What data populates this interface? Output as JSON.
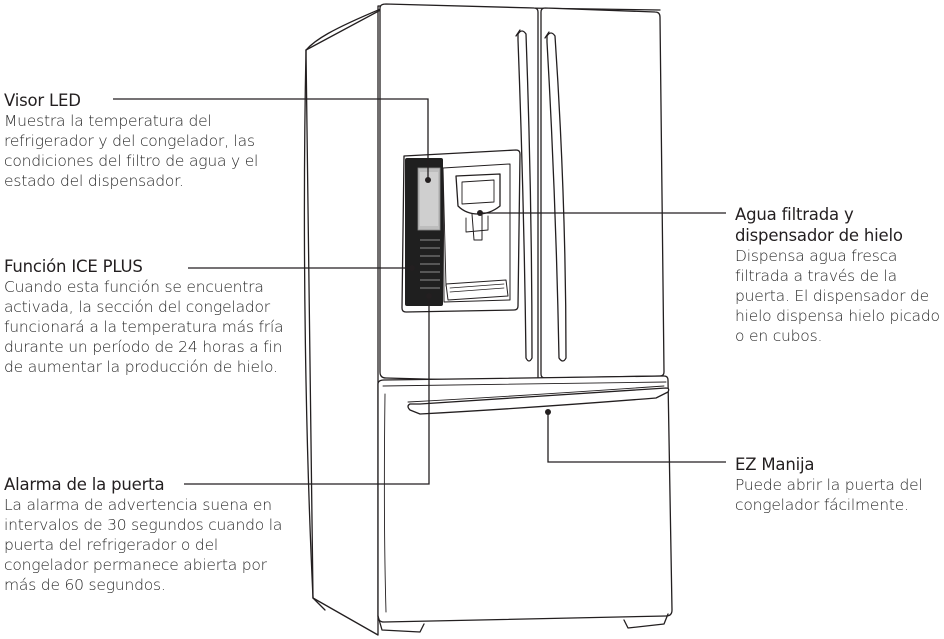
{
  "callouts": {
    "led": {
      "title": "Visor LED",
      "desc": "Muestra la temperatura del refrigerador y del congelador, las condiciones del filtro de agua y el estado del dispensador."
    },
    "ice_plus": {
      "title": "Función ICE PLUS",
      "desc": "Cuando esta función se encuentra activada, la sección del congelador funcionará a la temperatura más fría durante un período de 24 horas a fin de aumentar la producción de hielo."
    },
    "alarm": {
      "title": "Alarma de la puerta",
      "desc": "La alarma de advertencia suena en intervalos de 30 segundos cuando la puerta del refrigerador o del congelador permanece abierta por más de 60 segundos."
    },
    "water": {
      "title": "Agua filtrada y dispensador de hielo",
      "desc": "Dispensa agua fresca filtrada a través de la puerta. El dispensador de hielo dispensa hielo picado o en cubos."
    },
    "handle": {
      "title": "EZ Manija",
      "desc": "Puede abrir la puerta del congelador fácilmente."
    }
  },
  "colors": {
    "stroke": "#231f20",
    "panel": "#1f1f1f",
    "background": "#ffffff"
  }
}
